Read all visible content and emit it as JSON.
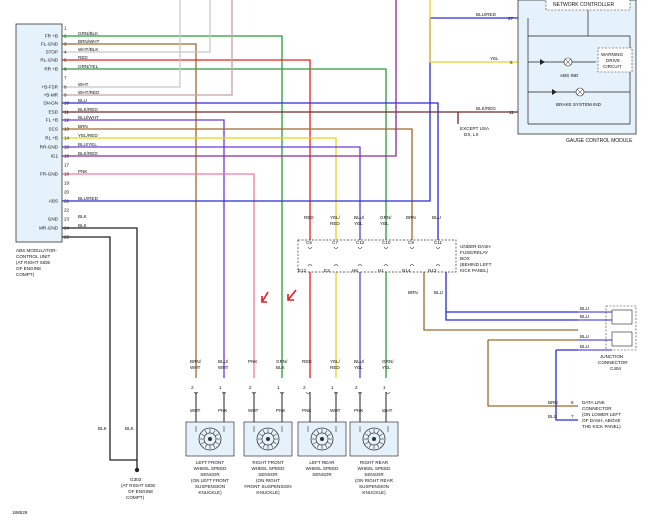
{
  "abs_module": {
    "pins_left": [
      "FR +B",
      "FL-GND",
      "STOP",
      "RL-GND",
      "RR +B",
      "",
      "+B-FSR",
      "+B-MR",
      "DIAGN",
      "ESD",
      "FL +B",
      "SCS",
      "RL +B",
      "RR-GND",
      "IG1",
      "",
      "FR-GND",
      "",
      "ABS",
      "",
      "GND",
      "MR-GND"
    ],
    "pin_numbers": [
      "1",
      "2",
      "3",
      "4",
      "5",
      "6",
      "7",
      "8",
      "9",
      "10",
      "11",
      "12",
      "13",
      "14",
      "15",
      "16",
      "17",
      "18",
      "19",
      "20",
      "21",
      "22",
      "23",
      "24",
      "25"
    ],
    "wire_labels": [
      "GRN/BLK",
      "BRN/WHT",
      "WHT/BLK",
      "RED",
      "GRN/YEL",
      "",
      "WHT",
      "WHT/RED",
      "BLU",
      "BLK/RED",
      "BLU/WHT",
      "BRN",
      "YEL/RED",
      "BLU/YEL",
      "BLK/RED",
      "",
      "PNK",
      "",
      "BLU/RED",
      "",
      "BLK",
      "BLK"
    ],
    "label": [
      "ABS MODULATOR-",
      "CONTROL UNIT",
      "(AT RIGHT SIDE",
      "OF ENGINE",
      "COMPT)"
    ]
  },
  "gauge": {
    "title": "GAUGE CONTROL MODULE",
    "network": "NETWORK CONTROLLER",
    "abs_ind": "ABS IND",
    "brake_ind": "BRAKE SYSTEM IND",
    "warning": [
      "WARNING",
      "DRIVE",
      "CIRCUIT"
    ],
    "pins": [
      "27",
      "5",
      "11"
    ],
    "wires": [
      "BLU/RED",
      "YEL",
      "BLK/RED"
    ]
  },
  "except": [
    "EXCEPT USA",
    "DX, LX"
  ],
  "fuse_box": {
    "label": [
      "UNDER-DASH",
      "FUSE/RELAY",
      "BOX",
      "(BEHIND LEFT",
      "KICK PANEL)"
    ],
    "top_pins": [
      "C6",
      "C7",
      "C12",
      "C10",
      "C9",
      "C11"
    ],
    "bottom_pins": [
      "E12",
      "E3",
      "H6",
      "H1",
      "N14",
      "N13"
    ],
    "top_wires": [
      [
        "RED",
        ""
      ],
      [
        "YEL/",
        "RED"
      ],
      [
        "BLU/",
        "YEL"
      ],
      [
        "GRN/",
        "YEL"
      ],
      [
        "BRN",
        ""
      ],
      [
        "BLU",
        ""
      ]
    ],
    "bottom_wires": [
      "BRN",
      "BLU"
    ]
  },
  "junction": {
    "label": [
      "JUNCTION",
      "CONNECTOR",
      "C404"
    ],
    "wires": [
      "BLU",
      "BLU",
      "BLU",
      "BLU"
    ]
  },
  "dlc": {
    "label": [
      "DATA LINK",
      "CONNECTOR",
      "(ON LOWER LEFT",
      "OF DASH, ABOVE",
      "THE KICK PANEL)"
    ],
    "pins": [
      "6",
      "7"
    ],
    "wires": [
      "BRN",
      "BLU"
    ]
  },
  "sensors": [
    {
      "top_wires": [
        "BRN/",
        "WHT",
        "BLU/",
        "WHT"
      ],
      "pins": [
        "2",
        "1"
      ],
      "bottom": [
        "WHT",
        "PNK"
      ],
      "label": [
        "LEFT FRONT",
        "WHEEL SPEED",
        "SENSOR",
        "(ON LEFT FRONT",
        "SUSPENSION",
        "KNUCKLE)"
      ]
    },
    {
      "top_wires": [
        "PNK",
        "",
        "GRN/",
        "BLK"
      ],
      "pins": [
        "2",
        "1"
      ],
      "bottom": [
        "WHT",
        "PNK"
      ],
      "label": [
        "RIGHT FRONT",
        "WHEEL SPEED",
        "SENSOR",
        "(ON RIGHT",
        "FRONT SUSPENSION",
        "KNUCKLE)"
      ]
    },
    {
      "top_wires": [
        "RED",
        "",
        "YEL/",
        "RED"
      ],
      "pins": [
        "2",
        "1"
      ],
      "bottom": [
        "PNK",
        "WHT"
      ],
      "label": [
        "LEFT REAR",
        "WHEEL SPEED",
        "SENSOR"
      ]
    },
    {
      "top_wires": [
        "BLU/",
        "YEL",
        "GRN/",
        "YEL"
      ],
      "pins": [
        "2",
        "1"
      ],
      "bottom": [
        "PNK",
        "WHT"
      ],
      "label": [
        "RIGHT REAR",
        "WHEEL SPEED",
        "SENSOR",
        "(ON RIGHT REAR",
        "SUSPENSION",
        "KNUCKLE)"
      ]
    }
  ],
  "ground": {
    "wires": [
      "BLK",
      "BLK"
    ],
    "name": "G303",
    "label": [
      "(AT RIGHT SIDE",
      "OF ENGINE",
      "COMPT)"
    ]
  },
  "doc_id": "188529",
  "colors": {
    "red": "#e52020",
    "green": "#2a9a3a",
    "brown": "#9b6a30",
    "blue": "#2a2ad0",
    "yellow": "#e8d020",
    "pink": "#f07aa0",
    "black": "#222222",
    "purple": "#8a2a9a",
    "module_fill": "#e6f2fb",
    "arrow": "#e02020"
  }
}
